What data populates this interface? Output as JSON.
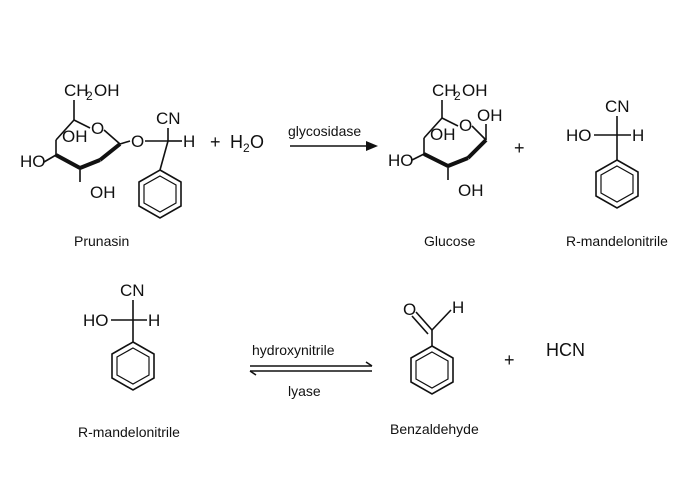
{
  "reaction1": {
    "reactant": {
      "name": "Prunasin",
      "atoms": {
        "ch2oh_c": "CH",
        "ch2oh_sub": "2",
        "ch2oh_oh": "OH",
        "ring_o": "O",
        "oh_left": "OH",
        "ho_left": "HO",
        "oh_bottom": "OH",
        "glyco_o": "O",
        "cn": "CN",
        "h": "H"
      }
    },
    "plus_water": "+",
    "water": {
      "h": "H",
      "sub": "2",
      "o": "O"
    },
    "enzyme": "glycosidase",
    "product_glucose": {
      "name": "Glucose",
      "atoms": {
        "ch2oh_c": "CH",
        "ch2oh_sub": "2",
        "ch2oh_oh": "OH",
        "ring_o": "O",
        "anomeric_oh": "OH",
        "oh_left": "OH",
        "ho_left": "HO",
        "oh_bottom": "OH"
      }
    },
    "plus": "+",
    "product_mandelonitrile": {
      "name": "R-mandelonitrile",
      "atoms": {
        "cn": "CN",
        "ho": "HO",
        "h": "H"
      }
    }
  },
  "reaction2": {
    "reactant": {
      "name": "R-mandelonitrile",
      "atoms": {
        "cn": "CN",
        "ho": "HO",
        "h": "H"
      }
    },
    "enzyme_top": "hydroxynitrile",
    "enzyme_bottom": "lyase",
    "product_benzaldehyde": {
      "name": "Benzaldehyde",
      "atoms": {
        "o": "O",
        "h": "H"
      }
    },
    "plus": "+",
    "hcn": "HCN"
  }
}
